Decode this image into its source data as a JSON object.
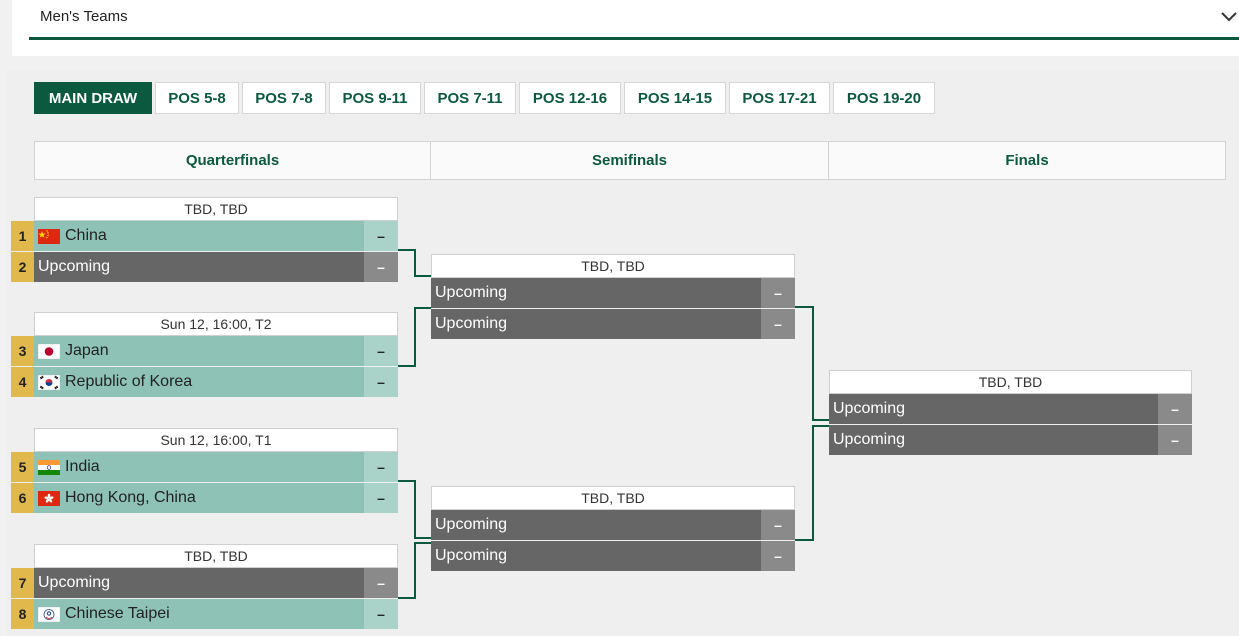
{
  "dropdown": {
    "value": "Men's Teams"
  },
  "tabs": [
    {
      "label": "MAIN DRAW",
      "active": true
    },
    {
      "label": "POS 5-8"
    },
    {
      "label": "POS 7-8"
    },
    {
      "label": "POS 9-11"
    },
    {
      "label": "POS 7-11"
    },
    {
      "label": "POS 12-16"
    },
    {
      "label": "POS 14-15"
    },
    {
      "label": "POS 17-21"
    },
    {
      "label": "POS 19-20"
    }
  ],
  "rounds": [
    "Quarterfinals",
    "Semifinals",
    "Finals"
  ],
  "quarterfinals": [
    {
      "time": "TBD, TBD",
      "teams": [
        {
          "seed": "1",
          "flag": "china-flag-icon",
          "name": "China",
          "score": "–"
        },
        {
          "seed": "2",
          "name": "Upcoming",
          "score": "–",
          "upcoming": true
        }
      ]
    },
    {
      "time": "Sun 12, 16:00, T2",
      "teams": [
        {
          "seed": "3",
          "flag": "japan-flag-icon",
          "name": "Japan",
          "score": "–"
        },
        {
          "seed": "4",
          "flag": "korea-flag-icon",
          "name": "Republic of Korea",
          "score": "–"
        }
      ]
    },
    {
      "time": "Sun 12, 16:00, T1",
      "teams": [
        {
          "seed": "5",
          "flag": "india-flag-icon",
          "name": "India",
          "score": "–"
        },
        {
          "seed": "6",
          "flag": "hong-kong-flag-icon",
          "name": "Hong Kong, China",
          "score": "–"
        }
      ]
    },
    {
      "time": "TBD, TBD",
      "teams": [
        {
          "seed": "7",
          "name": "Upcoming",
          "score": "–",
          "upcoming": true
        },
        {
          "seed": "8",
          "flag": "chinese-taipei-flag-icon",
          "name": "Chinese Taipei",
          "score": "–"
        }
      ]
    }
  ],
  "semifinals": [
    {
      "time": "TBD, TBD",
      "teams": [
        {
          "name": "Upcoming",
          "score": "–",
          "upcoming": true
        },
        {
          "name": "Upcoming",
          "score": "–",
          "upcoming": true
        }
      ]
    },
    {
      "time": "TBD, TBD",
      "teams": [
        {
          "name": "Upcoming",
          "score": "–",
          "upcoming": true
        },
        {
          "name": "Upcoming",
          "score": "–",
          "upcoming": true
        }
      ]
    }
  ],
  "finals": [
    {
      "time": "TBD, TBD",
      "teams": [
        {
          "name": "Upcoming",
          "score": "–",
          "upcoming": true
        },
        {
          "name": "Upcoming",
          "score": "–",
          "upcoming": true
        }
      ]
    }
  ],
  "colors": {
    "brand": "#0b5a40",
    "team_bg": "#8fc2b6",
    "upcoming_bg": "#666666",
    "seed_bg": "#e0b84c"
  }
}
